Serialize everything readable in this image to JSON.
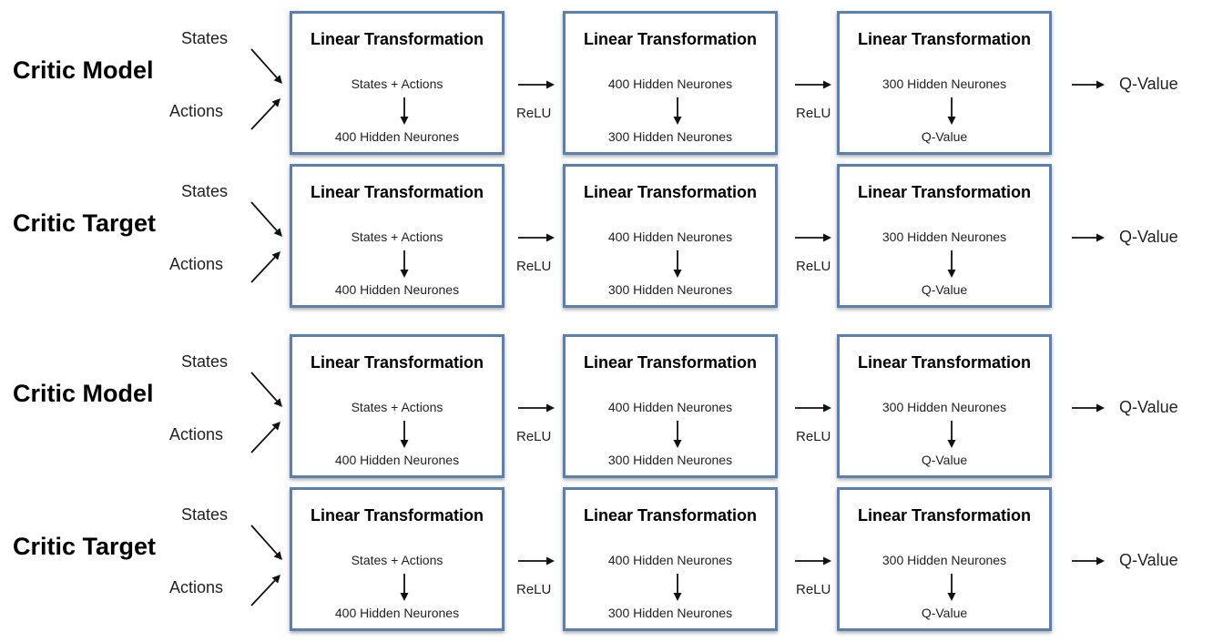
{
  "rows": [
    {
      "title": "Critic Model",
      "inputs": {
        "states": "States",
        "actions": "Actions"
      },
      "layers": [
        {
          "title": "Linear Transformation",
          "in": "States + Actions",
          "out": "400 Hidden Neurones"
        },
        {
          "title": "Linear Transformation",
          "in": "400 Hidden Neurones",
          "out": "300 Hidden Neurones"
        },
        {
          "title": "Linear Transformation",
          "in": "300 Hidden Neurones",
          "out": "Q-Value"
        }
      ],
      "activations": [
        "ReLU",
        "ReLU"
      ],
      "output": "Q-Value"
    },
    {
      "title": "Critic Target",
      "inputs": {
        "states": "States",
        "actions": "Actions"
      },
      "layers": [
        {
          "title": "Linear Transformation",
          "in": "States + Actions",
          "out": "400 Hidden Neurones"
        },
        {
          "title": "Linear Transformation",
          "in": "400 Hidden Neurones",
          "out": "300 Hidden Neurones"
        },
        {
          "title": "Linear Transformation",
          "in": "300 Hidden Neurones",
          "out": "Q-Value"
        }
      ],
      "activations": [
        "ReLU",
        "ReLU"
      ],
      "output": "Q-Value"
    },
    {
      "title": "Critic Model",
      "inputs": {
        "states": "States",
        "actions": "Actions"
      },
      "layers": [
        {
          "title": "Linear Transformation",
          "in": "States + Actions",
          "out": "400 Hidden Neurones"
        },
        {
          "title": "Linear Transformation",
          "in": "400 Hidden Neurones",
          "out": "300 Hidden Neurones"
        },
        {
          "title": "Linear Transformation",
          "in": "300 Hidden Neurones",
          "out": "Q-Value"
        }
      ],
      "activations": [
        "ReLU",
        "ReLU"
      ],
      "output": "Q-Value"
    },
    {
      "title": "Critic Target",
      "inputs": {
        "states": "States",
        "actions": "Actions"
      },
      "layers": [
        {
          "title": "Linear Transformation",
          "in": "States + Actions",
          "out": "400 Hidden Neurones"
        },
        {
          "title": "Linear Transformation",
          "in": "400 Hidden Neurones",
          "out": "300 Hidden Neurones"
        },
        {
          "title": "Linear Transformation",
          "in": "300 Hidden Neurones",
          "out": "Q-Value"
        }
      ],
      "activations": [
        "ReLU",
        "ReLU"
      ],
      "output": "Q-Value"
    }
  ],
  "colors": {
    "box_border": "#5b7fb0",
    "arrow": "#111111"
  }
}
